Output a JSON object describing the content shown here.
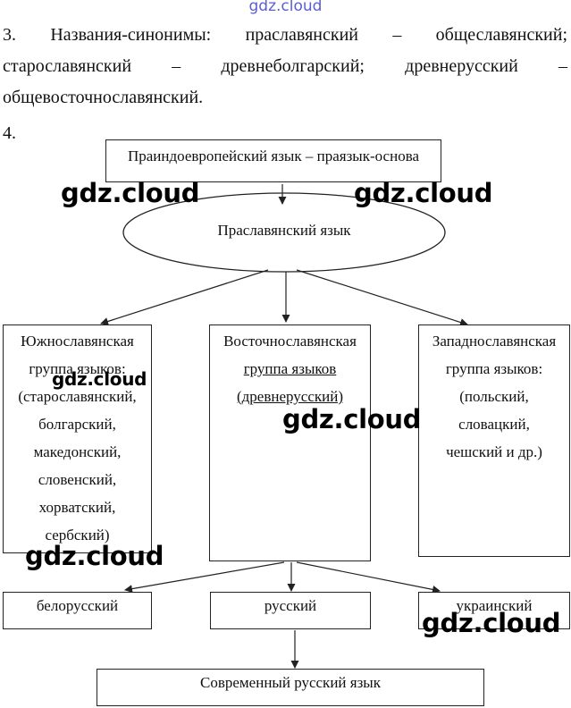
{
  "watermark_top": "gdz.cloud",
  "watermark": "gdz.cloud",
  "section3": {
    "number": "3.",
    "text": "Названия-синонимы: праславянский – общеславянский; старославянский – древнеболгарский; древнерусский – общевосточнославянский."
  },
  "section4": {
    "number": "4.",
    "root": "Праиндоевропейский язык – праязык-основа",
    "proto": "Праславянский язык",
    "south": {
      "lines": [
        "Южнославянская",
        "группа языков:",
        "(старославянский,",
        "болгарский,",
        "македонский,",
        "словенский,",
        "хорватский,",
        "сербский)"
      ]
    },
    "east": {
      "lines": [
        "Восточнославянская",
        "группа языков",
        "(древнерусский)"
      ]
    },
    "west": {
      "lines": [
        "Западнославянская",
        "группа языков:",
        "(польский,",
        "словацкий,",
        "чешский и др.)"
      ]
    },
    "belarusian": "белорусский",
    "russian": "русский",
    "ukrainian": "украинский",
    "modern": "Современный русский язык"
  }
}
